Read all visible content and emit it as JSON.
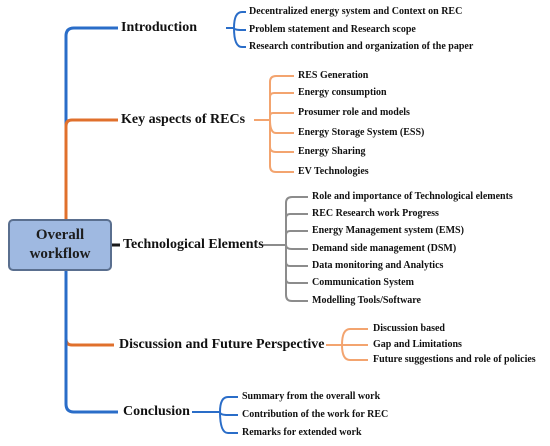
{
  "root": {
    "line1": "Overall",
    "line2": "workflow"
  },
  "sections": [
    {
      "title": "Introduction",
      "color": "#2a6dc8",
      "items": [
        "Decentralized energy system and Context on REC",
        "Problem statement and Research scope",
        "Research contribution and organization of the paper"
      ]
    },
    {
      "title": "Key aspects of RECs",
      "color": "#f3a46f",
      "items": [
        "RES Generation",
        "Energy consumption",
        "Prosumer role and models",
        "Energy Storage System (ESS)",
        "Energy Sharing",
        "EV Technologies"
      ]
    },
    {
      "title": "Technological Elements",
      "color": "#8c8c8c",
      "items": [
        "Role and importance of Technological elements",
        "REC Research work Progress",
        "Energy Management system (EMS)",
        "Demand side management (DSM)",
        "Data monitoring and Analytics",
        "Communication System",
        "Modelling Tools/Software"
      ]
    },
    {
      "title": "Discussion and Future Perspective",
      "color": "#f3a46f",
      "items": [
        "Discussion based",
        "Gap and Limitations",
        "Future suggestions and role of policies"
      ]
    },
    {
      "title": "Conclusion",
      "color": "#2a6dc8",
      "items": [
        "Summary from the overall work",
        "Contribution of the work for REC",
        "Remarks for extended work"
      ]
    }
  ]
}
